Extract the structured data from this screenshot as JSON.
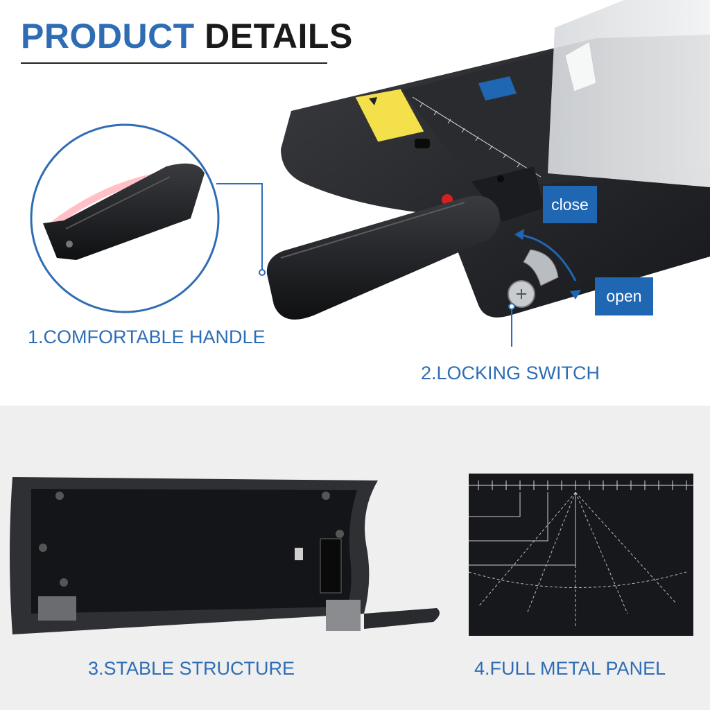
{
  "header": {
    "title_part1": "PRODUCT",
    "title_part2": "DETAILS"
  },
  "features": [
    {
      "label": "1.COMFORTABLE HANDLE"
    },
    {
      "label": "2.LOCKING SWITCH"
    },
    {
      "label": "3.STABLE STRUCTURE"
    },
    {
      "label": "4.FULL METAL PANEL"
    }
  ],
  "switch_tags": {
    "close": "close",
    "open": "open"
  },
  "colors": {
    "accent": "#2e6db4",
    "tag_bg": "#1f66b3",
    "title_dark": "#1a1a1a"
  },
  "icons": [
    "handle-image",
    "locking-switch-image",
    "cutter-base-image",
    "metal-panel-image"
  ]
}
